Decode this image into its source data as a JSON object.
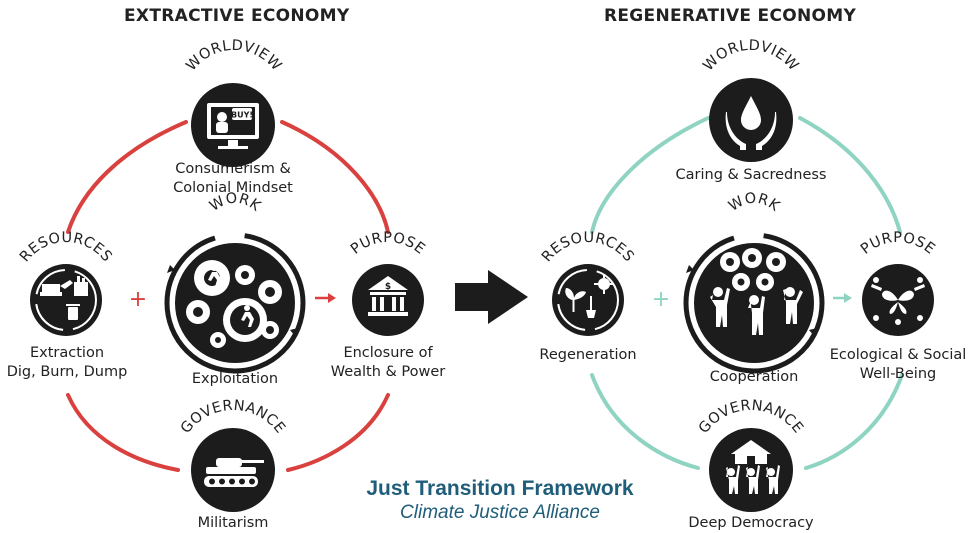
{
  "extractive": {
    "heading": "EXTRACTIVE ECONOMY",
    "worldview": {
      "arc": "WORLDVIEW",
      "badge": "BUY!",
      "label_line1": "Consumerism &",
      "label_line2": "Colonial Mindset"
    },
    "work": {
      "arc": "WORK",
      "label": "Exploitation"
    },
    "resources": {
      "arc": "RESOURCES",
      "label_line1": "Extraction",
      "label_line2": "Dig, Burn, Dump"
    },
    "purpose": {
      "arc": "PURPOSE",
      "label_line1": "Enclosure of",
      "label_line2": "Wealth & Power"
    },
    "governance": {
      "arc": "GOVERNANCE",
      "label": "Militarism"
    },
    "plus": "+",
    "ring_color": "#d9413f"
  },
  "regenerative": {
    "heading": "REGENERATIVE ECONOMY",
    "worldview": {
      "arc": "WORLDVIEW",
      "label": "Caring & Sacredness"
    },
    "work": {
      "arc": "WORK",
      "label": "Cooperation"
    },
    "resources": {
      "arc": "RESOURCES",
      "label": "Regeneration"
    },
    "purpose": {
      "arc": "PURPOSE",
      "label_line1": "Ecological & Social",
      "label_line2": "Well-Being"
    },
    "governance": {
      "arc": "GOVERNANCE",
      "label": "Deep Democracy"
    },
    "plus": "+",
    "ring_color": "#8fd3c2"
  },
  "footer": {
    "title": "Just Transition Framework",
    "subtitle": "Climate Justice Alliance"
  }
}
